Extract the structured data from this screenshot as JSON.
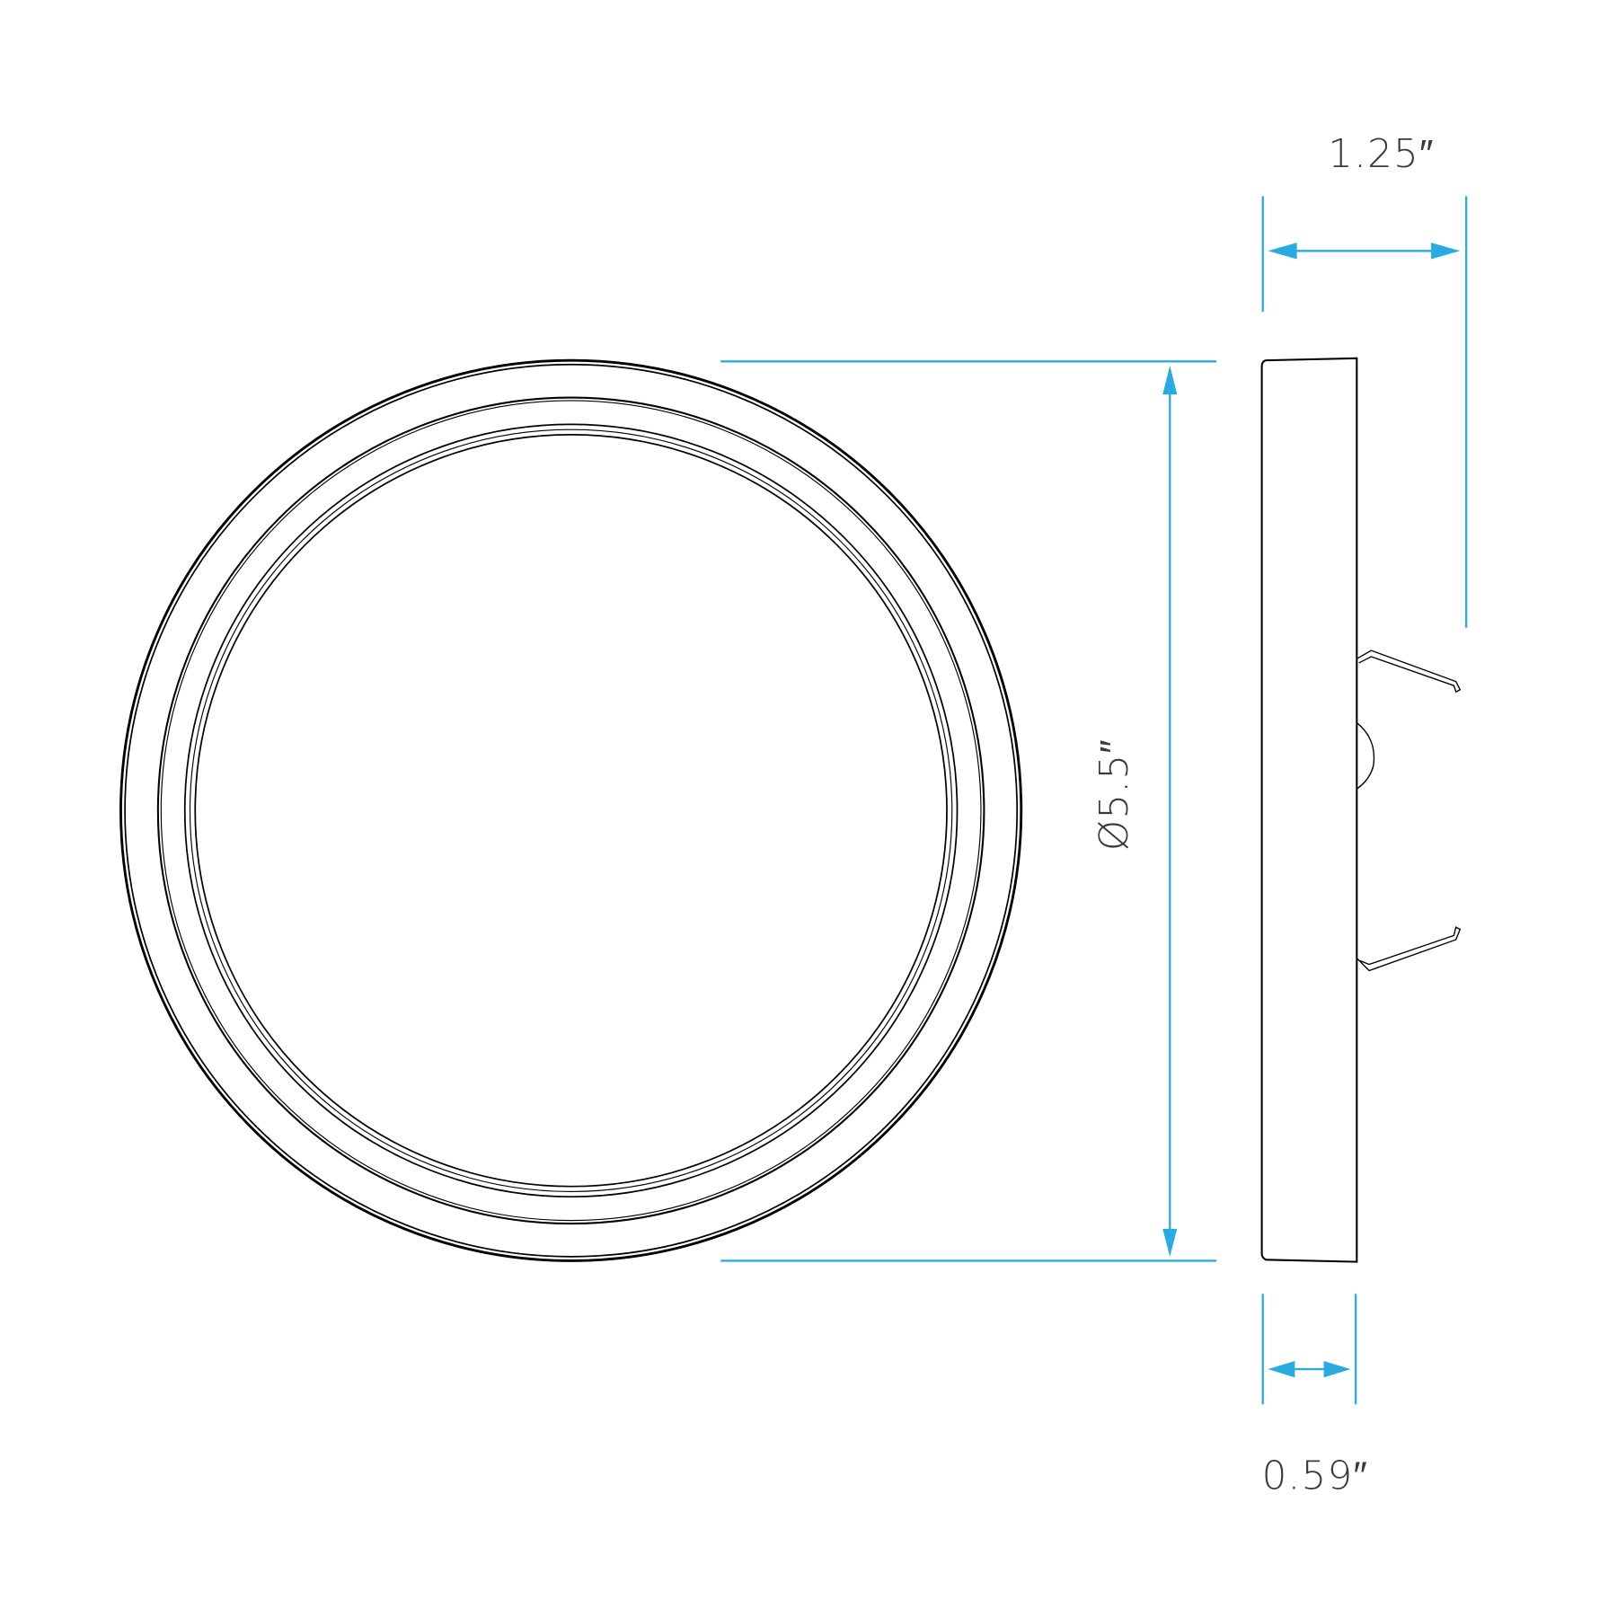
{
  "colors": {
    "dimension": "#29abe2",
    "outline": "#000000",
    "text": "#3a3a3a"
  },
  "dimensions": {
    "diameter": "Ø5.5″",
    "total_depth": "1.25″",
    "body_depth": "0.59″"
  }
}
